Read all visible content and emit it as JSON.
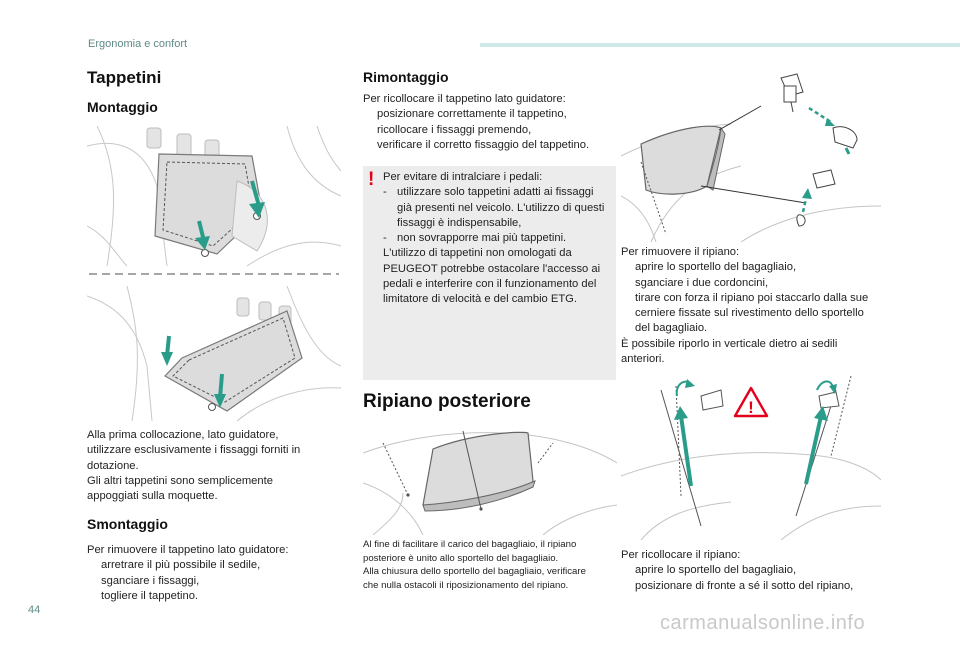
{
  "header": {
    "section_title": "Ergonomia e confort"
  },
  "page_number": "44",
  "watermark": "carmanualsonline.info",
  "col1": {
    "title": "Tappetini",
    "montaggio": {
      "heading": "Montaggio",
      "body": [
        "Alla prima collocazione, lato guidatore,",
        "utilizzare esclusivamente i fissaggi forniti in",
        "dotazione.",
        "Gli altri tappetini sono semplicemente",
        "appoggiati sulla moquette."
      ]
    },
    "smontaggio": {
      "heading": "Smontaggio",
      "intro": "Per rimuovere il tappetino lato guidatore:",
      "items": [
        "arretrare il più possibile il sedile,",
        "sganciare i fissaggi,",
        "togliere il tappetino."
      ]
    }
  },
  "col2": {
    "rimontaggio": {
      "heading": "Rimontaggio",
      "intro": "Per ricollocare il tappetino lato guidatore:",
      "items": [
        "posizionare correttamente il tappetino,",
        "ricollocare i fissaggi premendo,",
        "verificare il corretto fissaggio del tappetino."
      ]
    },
    "warning": {
      "mark": "!",
      "intro": "Per evitare di intralciare i pedali:",
      "items": [
        "utilizzare solo tappetini adatti ai fissaggi già presenti nel veicolo. L'utilizzo di questi fissaggi è indispensabile,",
        "non sovrapporre mai più tappetini."
      ],
      "outro": "L'utilizzo di tappetini non omologati da PEUGEOT potrebbe ostacolare l'accesso ai pedali e interferire con il funzionamento del limitatore di velocità e del cambio ETG."
    },
    "ripiano": {
      "heading": "Ripiano posteriore",
      "caption": [
        "Al fine di facilitare il carico del bagagliaio, il ripiano",
        "posteriore è unito allo sportello del bagagliaio.",
        "Alla chiusura dello sportello del bagagliaio, verificare",
        "che nulla ostacoli il riposizionamento del ripiano."
      ]
    }
  },
  "col3": {
    "rimuovere": {
      "intro": "Per rimuovere il ripiano:",
      "items": [
        "aprire lo sportello del bagagliaio,",
        "sganciare i due cordoncini,",
        "tirare con forza il ripiano poi staccarlo dalla sue cerniere fissate sul rivestimento dello sportello del bagagliaio."
      ],
      "outro": "È possibile riporlo in verticale dietro ai sedili anteriori."
    },
    "ricollocare": {
      "intro": "Per ricollocare il ripiano:",
      "items": [
        "aprire lo sportello del bagagliaio,",
        "posizionare di fronte a sé il sotto del ripiano,"
      ]
    },
    "warning_icon_mark": "!"
  },
  "bullet_glyph": "",
  "dash_glyph": "-",
  "colors": {
    "accent": "#3aa08f",
    "arrow": "#2a9d8a",
    "warning_red": "#e3001b",
    "header_bar": "#cfe9e6"
  },
  "icons": [
    "warning-exclamation-icon",
    "warning-triangle-icon",
    "arrow-icon",
    "check-bullet-icon"
  ]
}
